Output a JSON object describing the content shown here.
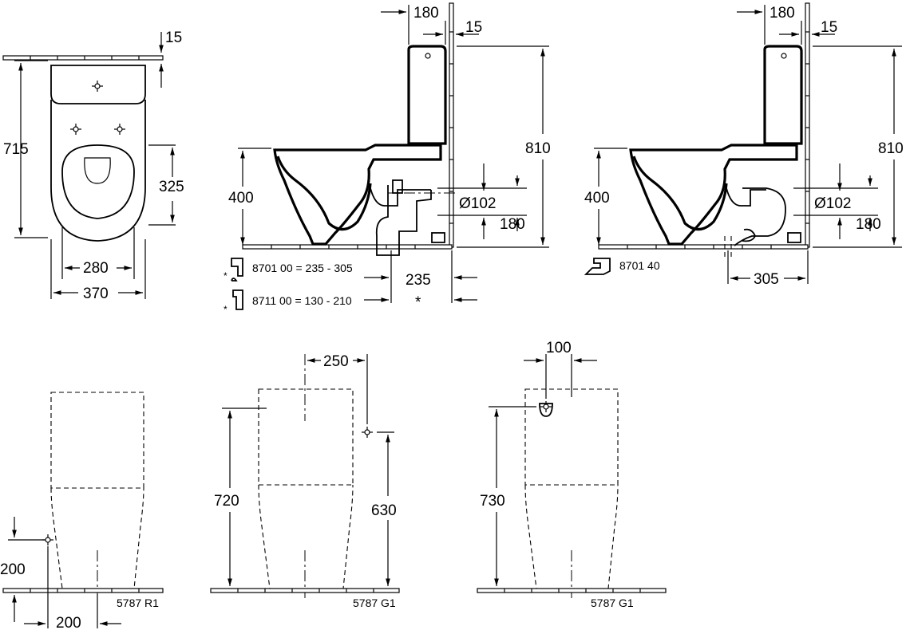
{
  "top_view": {
    "dim_gap": "15",
    "dim_length": "715",
    "dim_seat_offset": "325",
    "dim_inner_width": "280",
    "dim_width": "370"
  },
  "side_view_a": {
    "dim_tank_depth": "180",
    "dim_wall_gap": "15",
    "dim_height": "810",
    "dim_seat_height": "400",
    "dim_outlet_diameter": "Ø102",
    "dim_outlet_height": "180",
    "dim_outlet_distance": "235",
    "asterisk": "*",
    "accessory_1": "8701 00  = 235 -  305",
    "accessory_2": "8711 00  = 130 - 210"
  },
  "side_view_b": {
    "dim_tank_depth": "180",
    "dim_wall_gap": "15",
    "dim_height": "810",
    "dim_seat_height": "400",
    "dim_outlet_diameter": "Ø102",
    "dim_outlet_height": "180",
    "dim_outlet_distance": "305",
    "accessory": "8701 40"
  },
  "front_view_r1": {
    "dim_inlet_height": "200",
    "dim_inlet_offset": "200",
    "code": "5787 R1"
  },
  "front_view_g1_a": {
    "dim_inlet_offset": "250",
    "dim_total_height": "720",
    "dim_inlet_height": "630",
    "code": "5787 G1"
  },
  "front_view_g1_b": {
    "dim_inlet_offset": "100",
    "dim_total_height": "730",
    "code": "5787 G1"
  }
}
